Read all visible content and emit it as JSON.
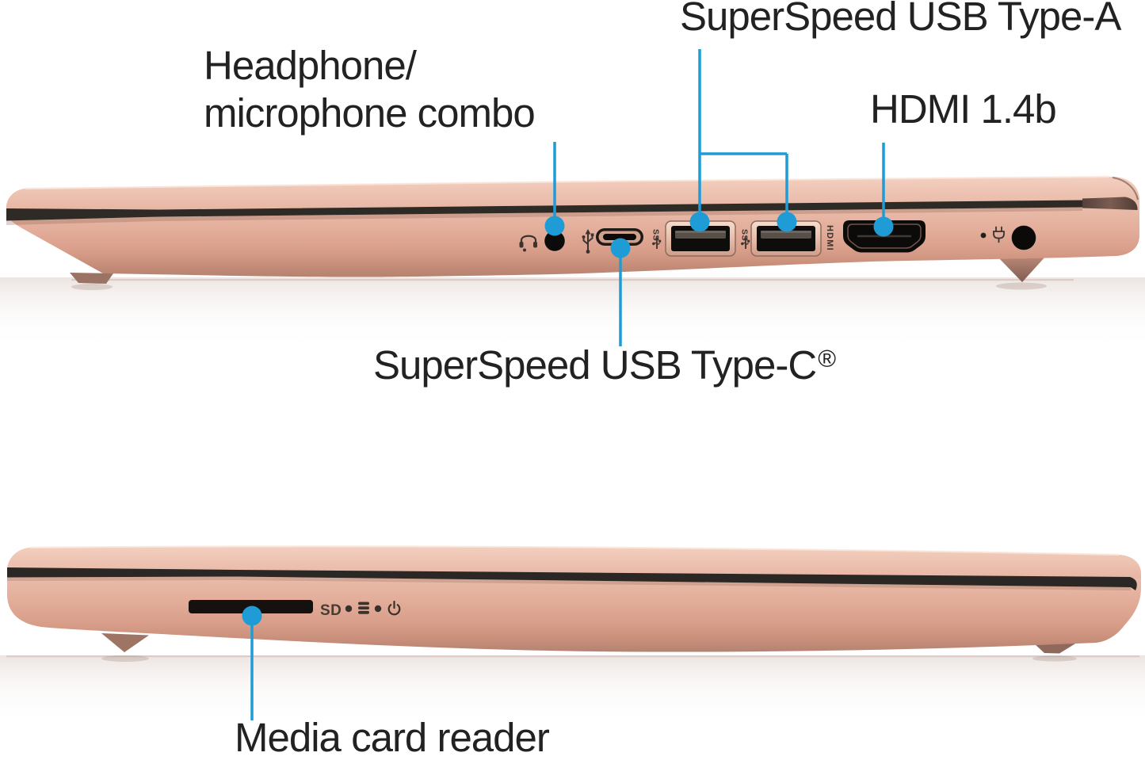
{
  "colors": {
    "accent": "#1f9cd6",
    "label_text": "#222222",
    "body_rose": "#e3ae9b",
    "body_highlight": "#f3cfc0",
    "body_shadow": "#a97e6d",
    "seam": "#2e2a26",
    "port_black": "#0d0b0a",
    "engraving": "#3b332d",
    "background": "#ffffff"
  },
  "labels": {
    "usb_a": "SuperSpeed USB Type-A",
    "headphone_line1": "Headphone/",
    "headphone_line2": "microphone combo",
    "hdmi": "HDMI 1.4b",
    "usb_c": "SuperSpeed USB Type-C",
    "usb_c_mark": "®",
    "card_reader": "Media card reader"
  },
  "engravings": {
    "hdmi": "HDMI",
    "sd": "SD",
    "superspeed": "SS"
  },
  "icons": {
    "headphone_jack": "headset-icon",
    "usb_type_c": "usb-trident-icon",
    "superspeed_usb": "ss-usb-icon",
    "dc_in": "power-plug-icon",
    "drive_activity": "disk-stack-icon",
    "power_state": "power-symbol-icon",
    "status_led": "led-dot"
  }
}
